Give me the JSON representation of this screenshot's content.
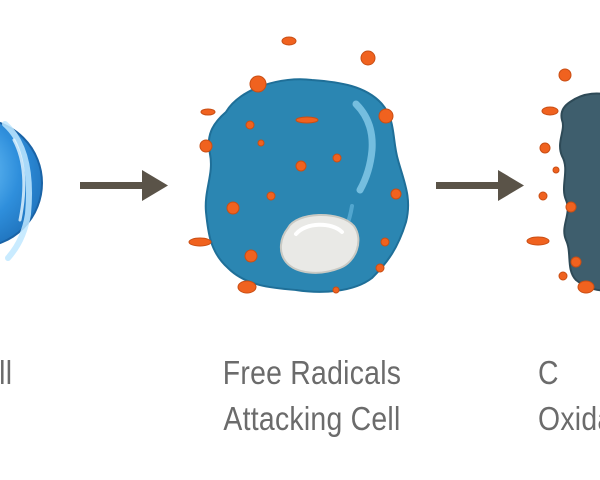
{
  "stages": [
    {
      "label_lines": [
        "ll",
        ""
      ]
    },
    {
      "label_lines": [
        "Free Radicals",
        "Attacking Cell"
      ]
    },
    {
      "label_lines": [
        "C",
        "Oxida"
      ]
    }
  ],
  "colors": {
    "healthy_cell": "#2f8fdc",
    "attacked_cell": "#2b86b2",
    "oxidized_cell": "#3e5e6d",
    "free_radical": "#f0621f",
    "arrow": "#5a5348",
    "label_text": "#6b6b6b"
  }
}
